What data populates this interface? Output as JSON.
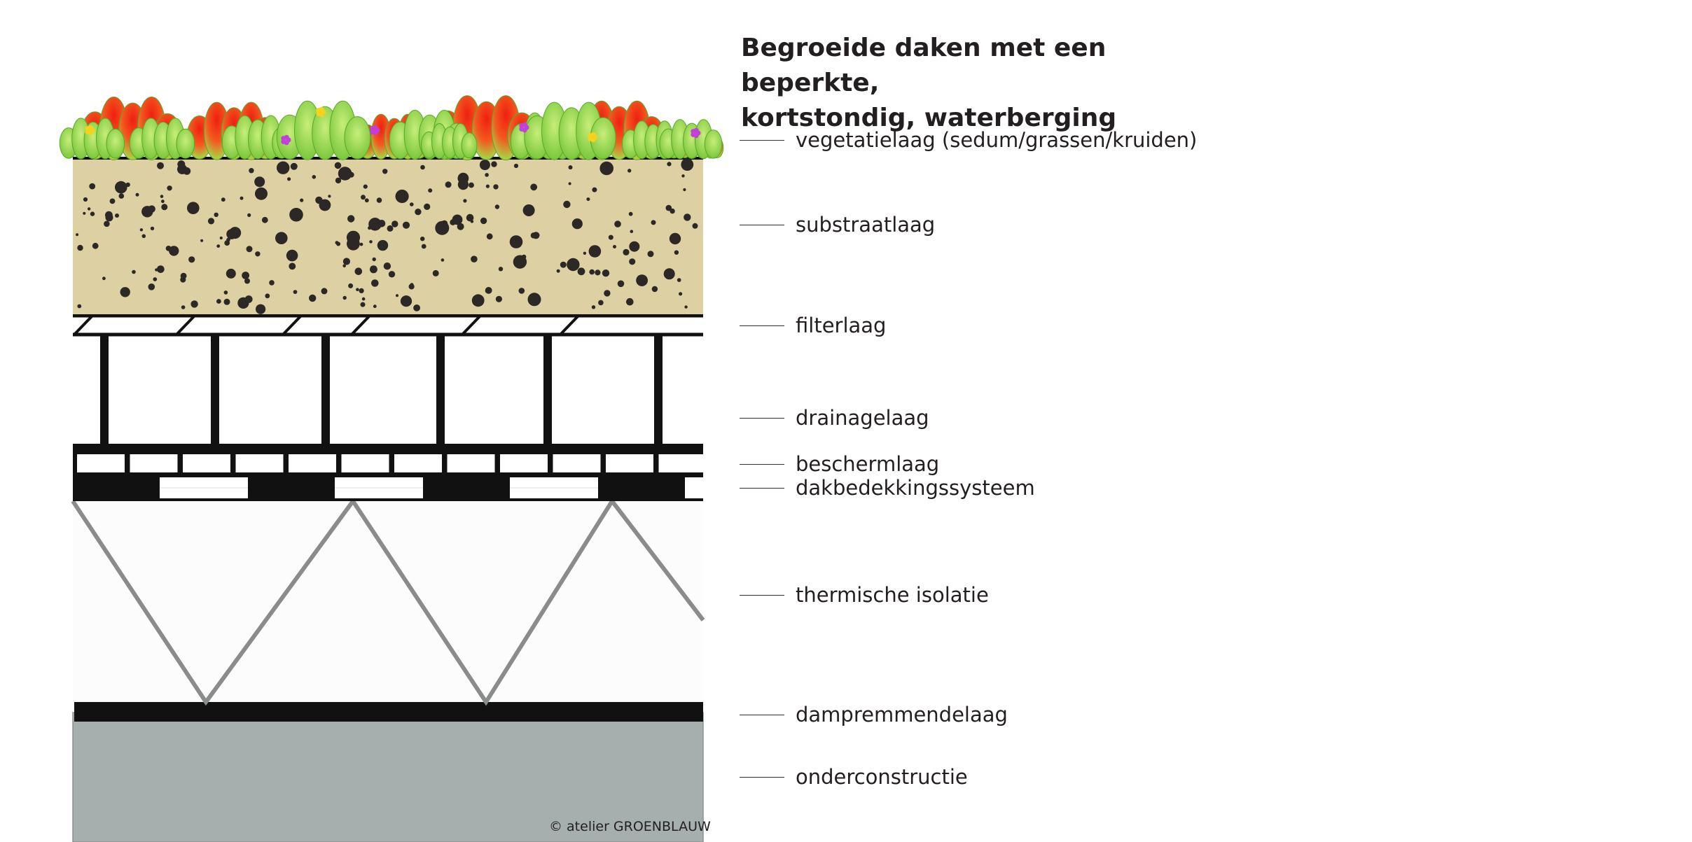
{
  "title": {
    "line1": "Begroeide daken met een beperkte,",
    "line2": "kortstondig, waterberging"
  },
  "layers": [
    "vegetatielaag (sedum/grassen/kruiden)",
    "substraatlaag",
    "filterlaag",
    "drainagelaag",
    "beschermlaag",
    "dakbedekkingssysteem",
    "thermische isolatie",
    "dampremmendelaag",
    "onderconstructie"
  ],
  "copyright": "© atelier GROENBLAUW",
  "colors": {
    "substrate": "#ddd1a3",
    "substrate_dots": "#2b2826",
    "structure": "#111111",
    "insulation": "#fbfcfb",
    "insulation_zigzag": "#8a8b8b",
    "base": "#a7aeae",
    "plant_green": "#8fd14a",
    "plant_red": "#e83d23",
    "flower_pink": "#c23fd8",
    "flower_yellow": "#f5d21c"
  }
}
